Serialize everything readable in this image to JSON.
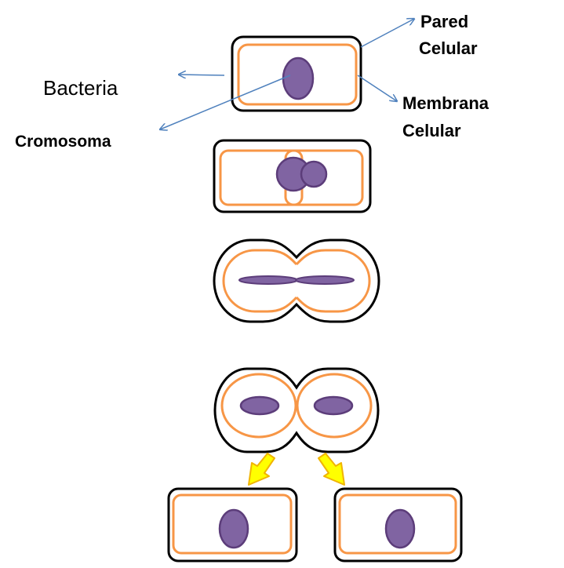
{
  "labels": {
    "bacteria": "Bacteria",
    "cromosoma": "Cromosoma",
    "pared_line1": "Pared",
    "pared_line2": "Celular",
    "membrana_line1": "Membrana",
    "membrana_line2": "Celular"
  },
  "colors": {
    "cell_wall": "#000000",
    "cell_membrane": "#f79646",
    "chromosome_fill": "#8064a2",
    "chromosome_stroke": "#5c3d7a",
    "pointer_arrow": "#4f81bd",
    "division_arrow_fill": "#ffff00",
    "division_arrow_stroke": "#f0b400"
  },
  "stages": [
    "bacteria",
    "chromosome-replication",
    "cell-elongation",
    "septum-formation",
    "daughter-cells"
  ]
}
